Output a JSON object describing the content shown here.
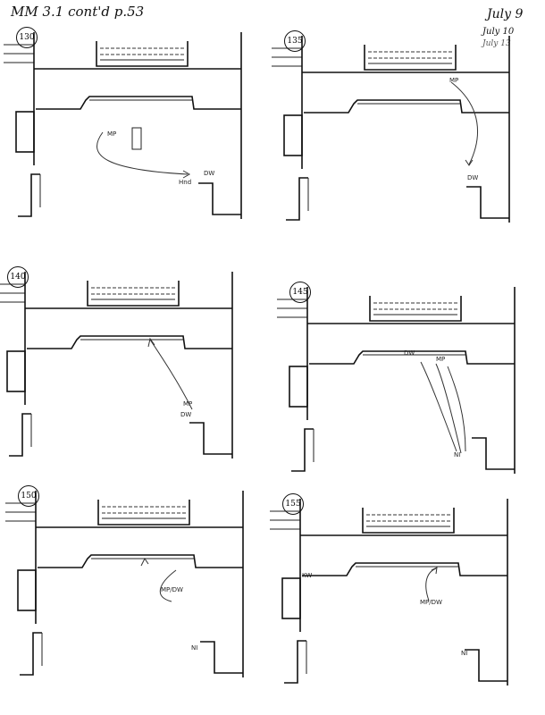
{
  "header": {
    "title": "MM  3.1 cont'd p.53",
    "dates": [
      "July 9",
      "July 10",
      "July 13"
    ]
  },
  "panels": [
    {
      "number": "130",
      "notes": [
        "MP",
        "DW",
        "Hnd"
      ]
    },
    {
      "number": "135",
      "notes": [
        "MP",
        "DW"
      ]
    },
    {
      "number": "140",
      "notes": [
        "MP",
        "DW"
      ]
    },
    {
      "number": "145",
      "notes": [
        "DW",
        "MP",
        "NI"
      ]
    },
    {
      "number": "150",
      "notes": [
        "MP/DW",
        "NI"
      ]
    },
    {
      "number": "155",
      "notes": [
        "MP/DW",
        "NI",
        "KW"
      ]
    }
  ]
}
